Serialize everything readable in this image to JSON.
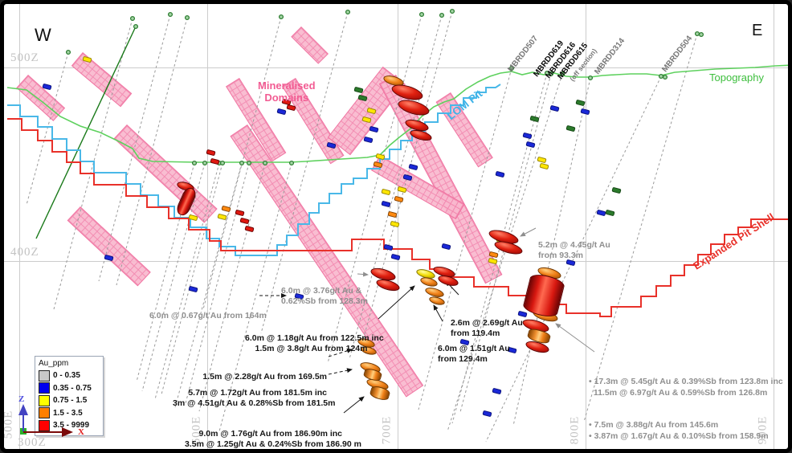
{
  "compass": {
    "west": "W",
    "east": "E"
  },
  "grid": {
    "z": [
      "500Z",
      "400Z",
      "300Z"
    ],
    "e": [
      "500E",
      "600E",
      "700E",
      "800E",
      "900E"
    ]
  },
  "line_labels": {
    "topography": "Topography",
    "lom_pit": "LOM Pit",
    "expanded_pit_shell": "Expanded Pit Shell",
    "mineralised_domains_1": "Mineralised",
    "mineralised_domains_2": "Domains"
  },
  "colors": {
    "topography": "#5ed15e",
    "lom_pit": "#49b8e8",
    "expanded_pit_shell": "#e8312a",
    "domain_pink": "#f285ad",
    "trace_gray": "#999999"
  },
  "drills": [
    {
      "label": "MBRDD507",
      "emph": false
    },
    {
      "label": "MBRDD619",
      "emph": true
    },
    {
      "label": "MBRDD616",
      "emph": true
    },
    {
      "label": "MBRDD615",
      "emph": true
    },
    {
      "label": "(off section)",
      "emph": false
    },
    {
      "label": "MBRDD314",
      "emph": false
    },
    {
      "label": "MBRDD504",
      "emph": false
    }
  ],
  "legend": {
    "title": "Au_ppm",
    "entries": [
      {
        "range": "0 - 0.35",
        "color": "#c8c8c8"
      },
      {
        "range": "0.35 - 0.75",
        "color": "#0000f0"
      },
      {
        "range": "0.75 - 1.5",
        "color": "#ffff00"
      },
      {
        "range": "1.5 - 3.5",
        "color": "#ff7f00"
      },
      {
        "range": "3.5 - 9999",
        "color": "#ff0000"
      }
    ]
  },
  "axis_triad": {
    "z": "Z",
    "x": "X"
  },
  "annotations": {
    "a1": {
      "l1": "6.0m @ 3.76g/t Au &",
      "l2": "0.62%Sb from 128.3m"
    },
    "a2": {
      "l1": "6.0m @ 0.67g/t Au from 164m"
    },
    "a3": {
      "l1": "5.2m @ 4.45g/t Au",
      "l2": "from 93.3m"
    },
    "a5": {
      "l1": "6.0m @ 1.18g/t Au from 122.5m inc",
      "l2": "1.5m @ 3.8g/t Au from 124m"
    },
    "a6": {
      "l1": "2.6m @ 2.69g/t Au",
      "l2": "from 119.4m"
    },
    "a7": {
      "l1": "6.0m @ 1.51g/t Au",
      "l2": "from 129.4m"
    },
    "a8": {
      "l1": "1.5m @ 2.28g/t Au from 169.5m"
    },
    "a9": {
      "l1": "5.7m @ 1.72g/t Au from 181.5m inc",
      "l2": "3m @ 4.51g/t Au & 0.28%Sb from 181.5m"
    },
    "a10": {
      "l1": "9.0m @ 1.76g/t Au from 186.90m inc",
      "l2": "3.5m @ 1.25g/t Au & 0.24%Sb from 186.90 m"
    },
    "a4": {
      "l1": "• 17.3m @ 5.45g/t Au & 0.39%Sb from 123.8m inc",
      "l2": "  11.5m @ 6.97g/t Au & 0.59%Sb from 126.8m",
      "l3": "• 7.5m @ 3.88g/t Au from 145.6m",
      "l4": "• 3.87m @ 1.67g/t Au & 0.10%Sb from 158.9m"
    }
  }
}
